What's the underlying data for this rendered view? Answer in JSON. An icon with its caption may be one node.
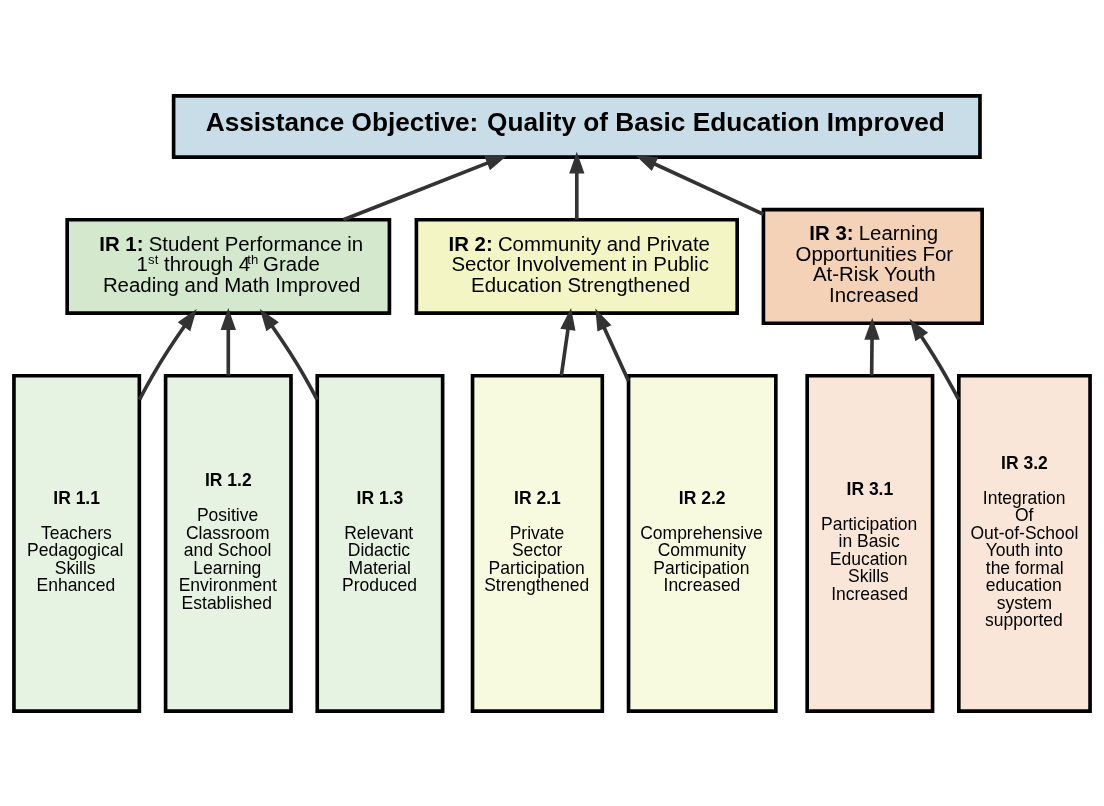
{
  "diagram": {
    "nodes": [
      {
        "text": [
          "**Assistance Objective:** **Quality of Basic Education Improved**"
        ]
      },
      {
        "text": [
          "**IR 1:** Student Performance in 1$^{st}$ through 4$^{th}$ Grade Reading and Math Improved"
        ]
      },
      {
        "text": [
          "**IR 2:** Community and Private Sector Involvement in Public Education Strengthened"
        ]
      },
      {
        "text": [
          "**IR 3:** Learning Opportunities For At-Risk Youth Increased"
        ]
      },
      {
        "text": [
          "IR 1.1",
          "Teachers Pedagogical Skills Enhanced"
        ]
      },
      {
        "text": [
          "IR 1.2",
          "Positive Classroom and School Learning Environment Established"
        ]
      },
      {
        "text": [
          "IR 1.3",
          "Relevant Didactic Material Produced"
        ]
      },
      {
        "text": [
          "IR 2.1",
          "Private Sector Participation Strengthened"
        ]
      },
      {
        "text": [
          "IR 2.2",
          "Comprehensive Community Participation Increased"
        ]
      },
      {
        "text": [
          "IR 3.1",
          "Participation in Basic Education Skills Increased"
        ]
      },
      {
        "text": [
          "IR 3.2",
          "Integration Of Out-of-School Youth into the formal education system supported"
        ]
      }
    ],
    "edges": [
      {
        "from": 1,
        "to": 0,
        "arrow": "to"
      },
      {
        "from": 2,
        "to": 0,
        "arrow": "to"
      },
      {
        "from": 3,
        "to": 0,
        "arrow": "to"
      },
      {
        "from": 4,
        "to": 1,
        "arrow": "to"
      },
      {
        "from": 5,
        "to": 1,
        "arrow": "to"
      },
      {
        "from": 6,
        "to": 1,
        "arrow": "to"
      },
      {
        "from": 7,
        "to": 2,
        "arrow": "to"
      },
      {
        "from": 8,
        "to": 2,
        "arrow": "to"
      },
      {
        "from": 9,
        "to": 3,
        "arrow": "to"
      },
      {
        "from": 10,
        "to": 3,
        "arrow": "to"
      }
    ]
  }
}
